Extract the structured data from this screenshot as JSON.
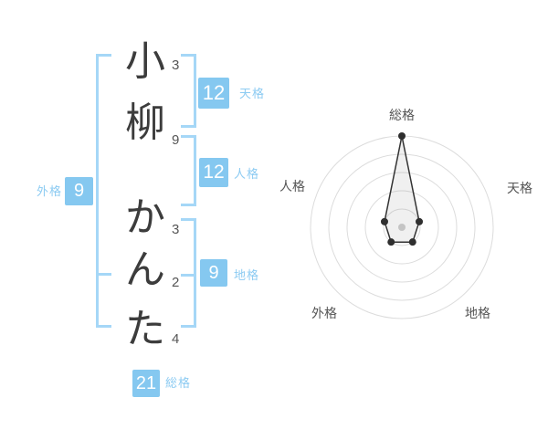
{
  "name": {
    "chars": [
      {
        "char": "小",
        "strokes": "3"
      },
      {
        "char": "柳",
        "strokes": "9"
      },
      {
        "char": "か",
        "strokes": "3"
      },
      {
        "char": "ん",
        "strokes": "2"
      },
      {
        "char": "た",
        "strokes": "4"
      }
    ]
  },
  "kaku": {
    "tenkaku": {
      "label": "天格",
      "value": "12"
    },
    "jinkaku": {
      "label": "人格",
      "value": "12"
    },
    "chikaku": {
      "label": "地格",
      "value": "9"
    },
    "gaikaku": {
      "label": "外格",
      "value": "9"
    },
    "soukaku": {
      "label": "総格",
      "value": "21"
    }
  },
  "colors": {
    "badge_bg": "#85C8F0",
    "badge_text": "#FFFFFF",
    "bracket_blue": "#A5D7F7",
    "label_blue": "#8CCBF2",
    "name_text": "#3C3C3C",
    "stroke_text": "#555555",
    "chart_label": "#555555",
    "ring": "#DCDCDC",
    "polygon_stroke": "#333333",
    "vertex_dot": "#2F2F2F",
    "center_dot": "#C4C4C4"
  },
  "chart_data": {
    "type": "radar",
    "axes": [
      "総格",
      "天格",
      "地格",
      "外格",
      "人格"
    ],
    "values": [
      5,
      1,
      1,
      1,
      1
    ],
    "max": 5,
    "rings": 5,
    "grid": "concentric-circles-no-spokes",
    "legend": "none",
    "center_marker": true
  }
}
